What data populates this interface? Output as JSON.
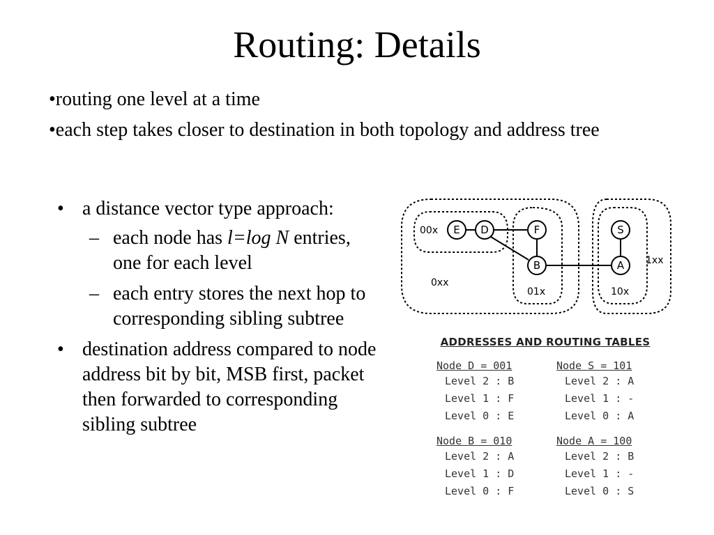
{
  "slide": {
    "title": "Routing: Details",
    "top_bullets": [
      "•routing one level at a time",
      "•each step takes closer to destination in both topology and address tree"
    ],
    "bullet1": {
      "mark": "•",
      "text": "a distance vector type approach:",
      "subs": [
        {
          "mark": "–",
          "pre": "each node has ",
          "italic": "l=log N",
          "post": " entries, one for each level"
        },
        {
          "mark": "–",
          "text": "each entry stores the next hop to corresponding sibling subtree"
        }
      ]
    },
    "bullet2": {
      "mark": "•",
      "text": "destination address compared to node address bit by bit, MSB first, packet then forwarded to corresponding sibling subtree"
    }
  },
  "diagram": {
    "nodes": [
      "E",
      "D",
      "F",
      "B",
      "S",
      "A"
    ],
    "group_labels": [
      "00x",
      "0xx",
      "01x",
      "10x",
      "1xx"
    ]
  },
  "tables": {
    "title": "ADDRESSES AND ROUTING TABLES",
    "blocks": [
      {
        "head": "Node D = 001",
        "rows": [
          "Level 2 : B",
          "Level 1 : F",
          "Level 0 : E"
        ]
      },
      {
        "head": "Node S = 101",
        "rows": [
          "Level 2 : A",
          "Level 1 : -",
          "Level 0 : A"
        ]
      },
      {
        "head": "Node B = 010",
        "rows": [
          "Level 2 : A",
          "Level 1 : D",
          "Level 0 : F"
        ]
      },
      {
        "head": "Node A = 100",
        "rows": [
          "Level 2 : B",
          "Level 1 : -",
          "Level 0 : S"
        ]
      }
    ]
  }
}
